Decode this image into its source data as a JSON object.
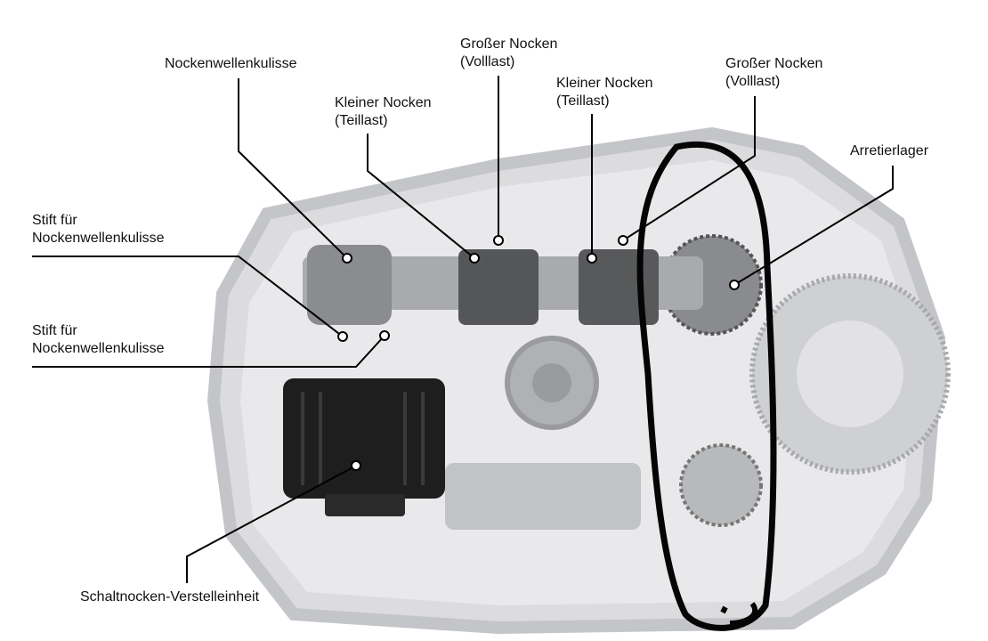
{
  "labels": {
    "nockenwellenkulisse": "Nockenwellenkulisse",
    "grosser_nocken_1": {
      "line1": "Großer Nocken",
      "line2": "(Volllast)"
    },
    "kleiner_nocken_1": {
      "line1": "Kleiner Nocken",
      "line2": "(Teillast)"
    },
    "kleiner_nocken_2": {
      "line1": "Kleiner Nocken",
      "line2": "(Teillast)"
    },
    "grosser_nocken_2": {
      "line1": "Großer Nocken",
      "line2": "(Volllast)"
    },
    "arretierlager": "Arretierlager",
    "stift_1": {
      "line1": "Stift für",
      "line2": "Nockenwellenkulisse"
    },
    "stift_2": {
      "line1": "Stift für",
      "line2": "Nockenwellenkulisse"
    },
    "schaltnocken": "Schaltnocken-Verstelleinheit"
  },
  "colors": {
    "housing": "#d9d9db",
    "housing_edge": "#bfc0c3",
    "cam": "#5a5a5c",
    "actuator": "#1c1c1c",
    "annotation": "#000000"
  }
}
